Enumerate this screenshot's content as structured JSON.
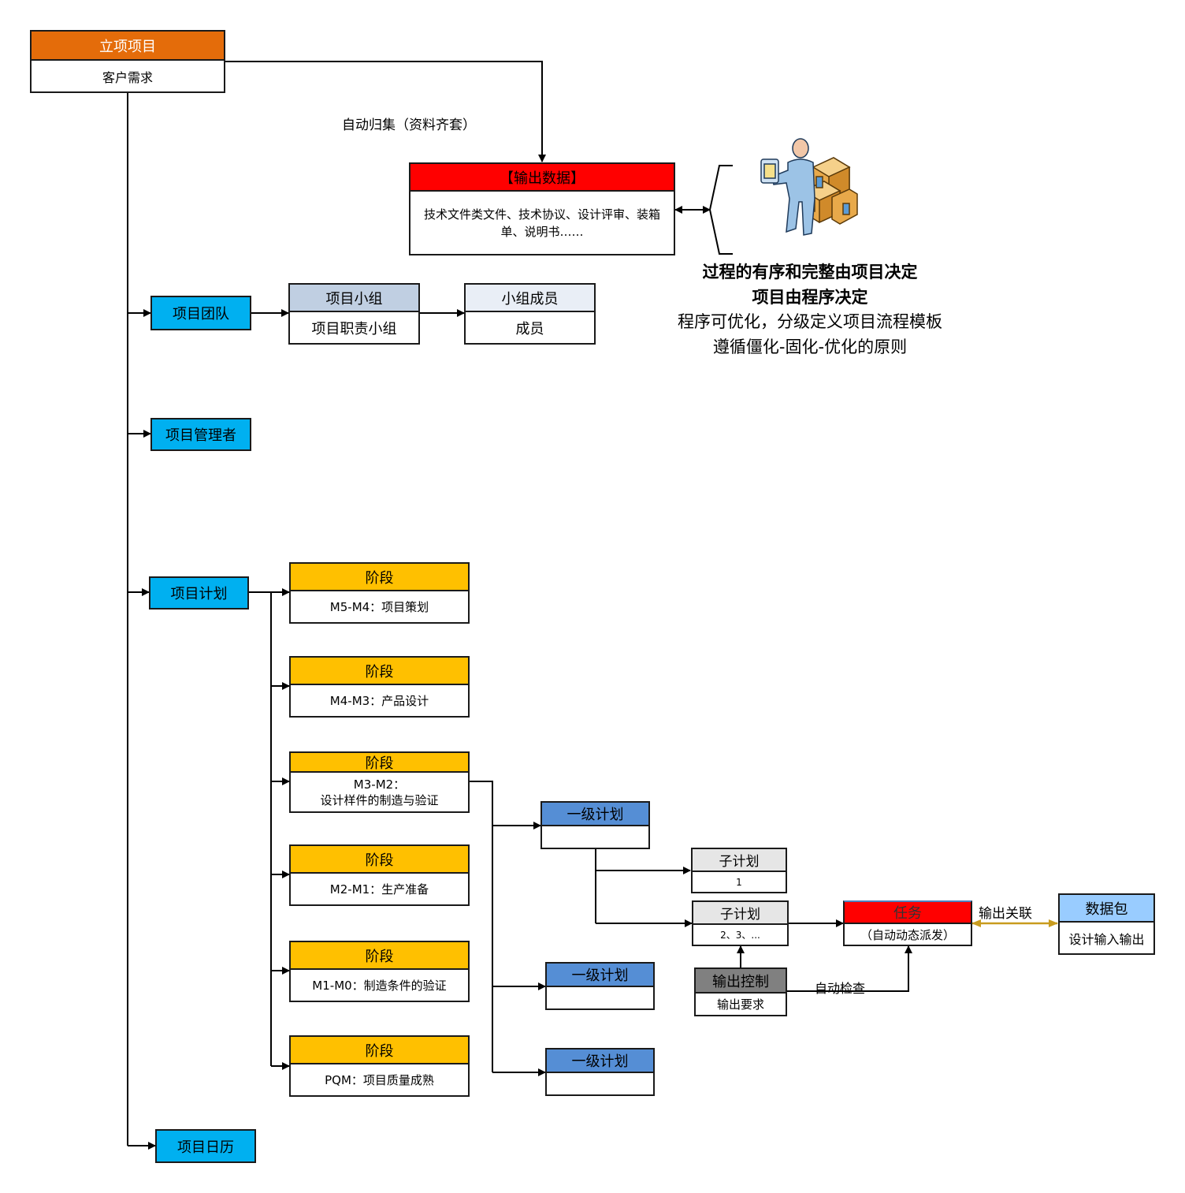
{
  "root": {
    "title": "立项项目",
    "subtitle": "客户需求"
  },
  "collect_label": "自动归集（资料齐套）",
  "output_data": {
    "title": "【输出数据】",
    "body": "技术文件类文件、技术协议、设计评审、装箱单、说明书……"
  },
  "notes": [
    "过程的有序和完整由项目决定",
    "项目由程序决定",
    "程序可优化，分级定义项目流程模板",
    "遵循僵化-固化-优化的原则"
  ],
  "branches": {
    "team": "项目团队",
    "manager": "项目管理者",
    "plan": "项目计划",
    "calendar": "项目日历"
  },
  "team_group": {
    "title": "项目小组",
    "body": "项目职责小组"
  },
  "team_members": {
    "title": "小组成员",
    "body": "成员"
  },
  "stages": [
    {
      "title": "阶段",
      "body": "M5-M4：项目策划"
    },
    {
      "title": "阶段",
      "body": "M4-M3：产品设计"
    },
    {
      "title": "阶段",
      "body_line1": "M3-M2：",
      "body_line2": "设计样件的制造与验证"
    },
    {
      "title": "阶段",
      "body": "M2-M1：生产准备"
    },
    {
      "title": "阶段",
      "body": "M1-M0：制造条件的验证"
    },
    {
      "title": "阶段",
      "body": "PQM：项目质量成熟"
    }
  ],
  "level1_plans": [
    {
      "title": "一级计划",
      "body": ""
    },
    {
      "title": "一级计划",
      "body": ""
    },
    {
      "title": "一级计划",
      "body": ""
    }
  ],
  "sub_plans": [
    {
      "title": "子计划",
      "body": "1"
    },
    {
      "title": "子计划",
      "body": "2、3、..."
    }
  ],
  "output_control": {
    "title": "输出控制",
    "body": "输出要求"
  },
  "auto_check_label": "自动检查",
  "task": {
    "title": "任务",
    "body": "（自动动态派发）"
  },
  "output_link_label": "输出关联",
  "data_package": {
    "title": "数据包",
    "body": "设计输入输出"
  },
  "colors": {
    "root_header": "#e46c0a",
    "output_header": "#ff0000",
    "branch": "#00b0f0",
    "stage_header": "#ffc000",
    "level1_header": "#558ed5",
    "sub_plan_header": "#e6e6e6",
    "output_control_header": "#808080",
    "data_package_header": "#99ccff",
    "output_link_arrow": "#c89b1e"
  }
}
